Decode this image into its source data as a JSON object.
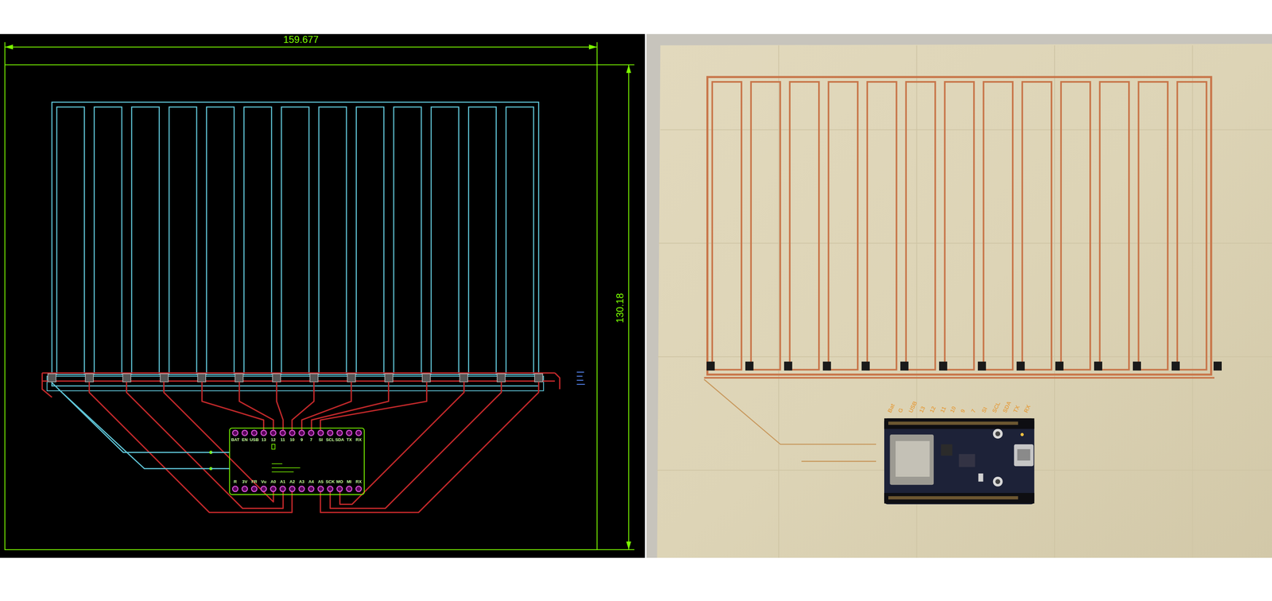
{
  "diagram": {
    "labels": [
      "159.677",
      "130.18",
      "BAT",
      "EN",
      "USB",
      "13",
      "12",
      "11",
      "10",
      "9",
      "7",
      "SI",
      "SCL",
      "SDA",
      "TX",
      "RX",
      "R",
      "3V",
      "FR",
      "Vu",
      "A0",
      "A1",
      "A2",
      "A3",
      "A4",
      "A5",
      "SCK",
      "MO",
      "MI",
      "RX",
      "Bat",
      "G",
      "USB",
      "13",
      "12",
      "11",
      "10",
      "9",
      "7",
      "SI",
      "SCL",
      "SDA",
      "TX",
      "RX"
    ]
  }
}
